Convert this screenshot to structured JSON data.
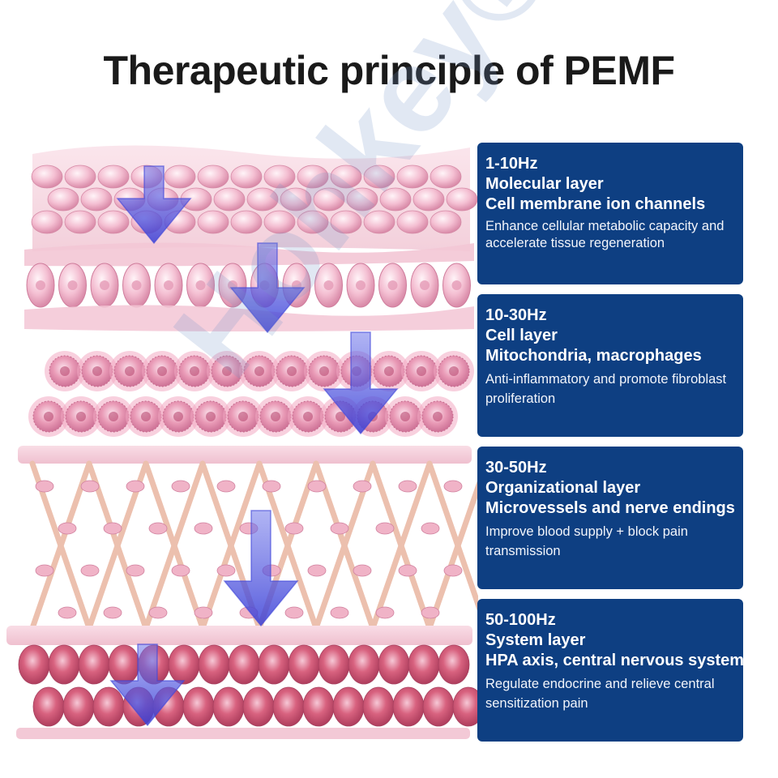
{
  "title": "Therapeutic principle of PEMF",
  "watermark": "Hohkey®",
  "colors": {
    "card_bg": "#0e3f82",
    "arrow": "#5a5ee0",
    "cell_pink": "#f2b8cc",
    "cell_deep": "#c8486e",
    "fiber": "#f0c4b8"
  },
  "layers": [
    {
      "freq": "1-10Hz",
      "layer": "Molecular layer",
      "targets": "Cell membrane ion channels",
      "desc": "Enhance cellular metabolic capacity and accelerate tissue regeneration"
    },
    {
      "freq": "10-30Hz",
      "layer": "Cell layer",
      "targets": "Mitochondria, macrophages",
      "desc": "Anti-inflammatory and promote fibroblast proliferation"
    },
    {
      "freq": "30-50Hz",
      "layer": "Organizational layer",
      "targets": "Microvessels and nerve endings",
      "desc": "Improve blood supply + block pain transmission"
    },
    {
      "freq": "50-100Hz",
      "layer": "System layer",
      "targets": "HPA axis, central nervous system",
      "desc": "Regulate endocrine and relieve central sensitization pain"
    }
  ]
}
